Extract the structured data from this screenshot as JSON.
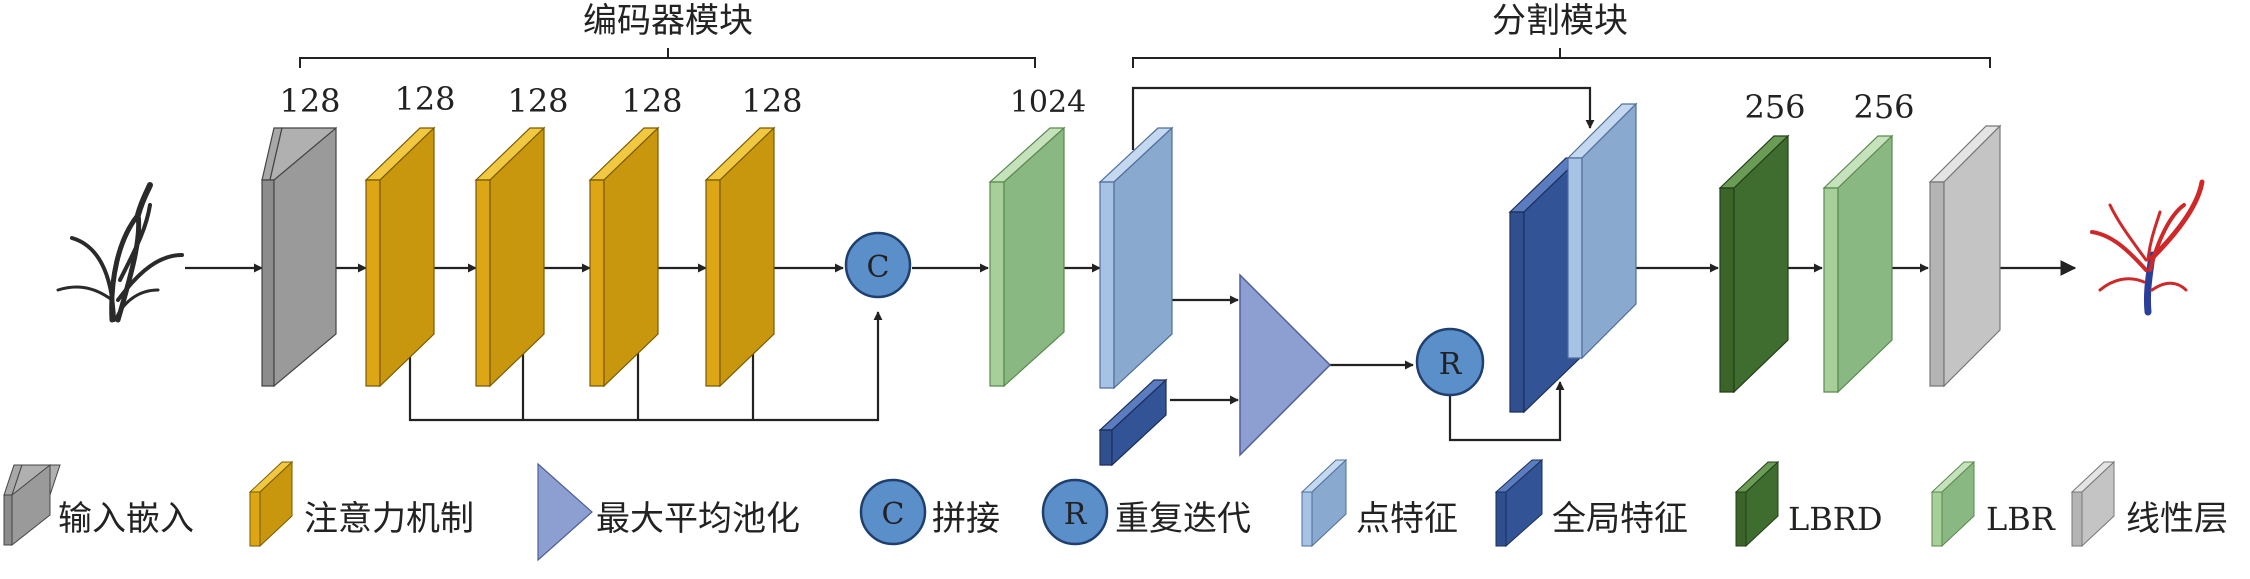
{
  "sections": {
    "encoder": "编码器模块",
    "segmentation": "分割模块"
  },
  "dims": {
    "embed": "128",
    "attn1": "128",
    "attn2": "128",
    "attn3": "128",
    "attn4": "128",
    "concat_out": "1024",
    "lbrd": "256",
    "lbr": "256"
  },
  "ops": {
    "concat": "C",
    "repeat": "R"
  },
  "legend": [
    {
      "key": "input-embed",
      "label": "输入嵌入",
      "color": "#8c8c8c"
    },
    {
      "key": "attention",
      "label": "注意力机制",
      "color": "#c8970e"
    },
    {
      "key": "max-avg-pool",
      "label": "最大平均池化",
      "color": "#8c9fd0"
    },
    {
      "key": "concat",
      "label": "拼接",
      "color": "#5b8fca"
    },
    {
      "key": "repeat",
      "label": "重复迭代",
      "color": "#5b8fca"
    },
    {
      "key": "point-feature",
      "label": "点特征",
      "color": "#8aa9cf"
    },
    {
      "key": "global-feature",
      "label": "全局特征",
      "color": "#325496"
    },
    {
      "key": "lbrd",
      "label": "LBRD",
      "color": "#3e6d2f"
    },
    {
      "key": "lbr",
      "label": "LBR",
      "color": "#8ab882"
    },
    {
      "key": "linear",
      "label": "线性层",
      "color": "#c4c4c4"
    }
  ]
}
